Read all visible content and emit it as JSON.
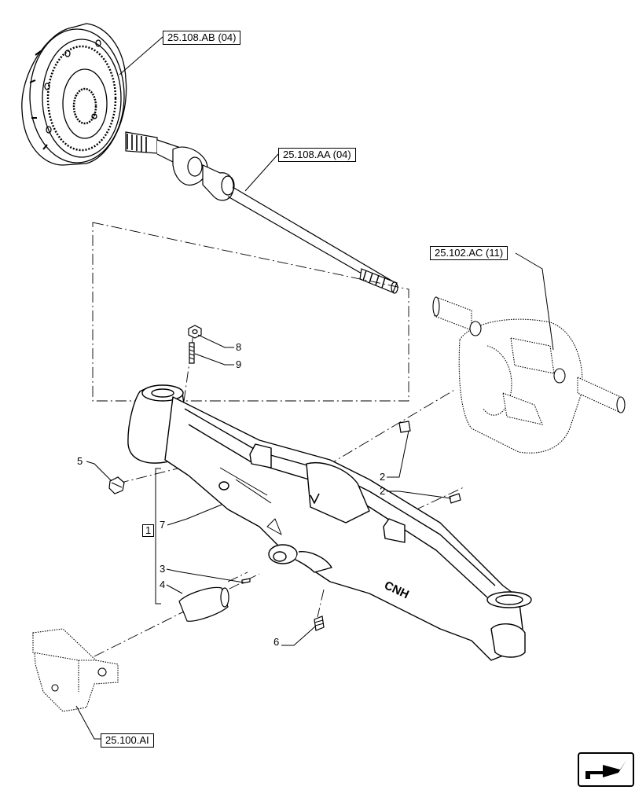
{
  "references": {
    "planetary_hub": "25.108.AB (04)",
    "drive_shaft": "25.108.AA (04)",
    "differential": "25.102.AC (11)",
    "support": "25.100.AI"
  },
  "callouts": {
    "n1": "1",
    "n2a": "2",
    "n2b": "2",
    "n3": "3",
    "n4": "4",
    "n5": "5",
    "n6": "6",
    "n7": "7",
    "n8": "8",
    "n9": "9"
  },
  "housing_logo": "CNH",
  "icon_names": [
    "next-page-arrow-icon"
  ]
}
